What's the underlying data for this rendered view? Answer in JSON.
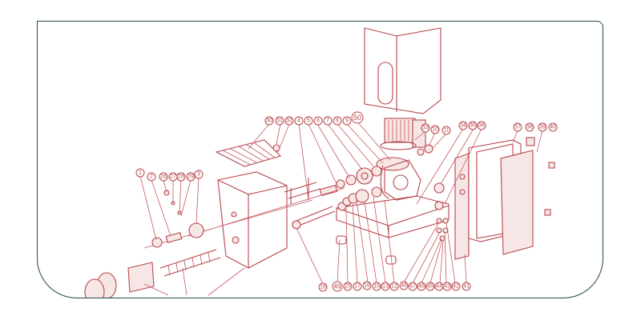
{
  "diagram": {
    "type": "exploded-parts-view",
    "accent_color": "#b8454a",
    "frame_color": "#1f4a3c",
    "part_labels": [
      "1",
      "2",
      "26",
      "27",
      "28",
      "29",
      "3",
      "30",
      "31",
      "32",
      "4",
      "5",
      "6",
      "7",
      "8",
      "9",
      "50",
      "33",
      "10",
      "11",
      "34",
      "35",
      "36",
      "37",
      "38",
      "39",
      "40",
      "18",
      "49",
      "25",
      "17",
      "16",
      "15",
      "13",
      "12",
      "48",
      "47",
      "46",
      "45",
      "44",
      "43",
      "42",
      "41"
    ]
  }
}
